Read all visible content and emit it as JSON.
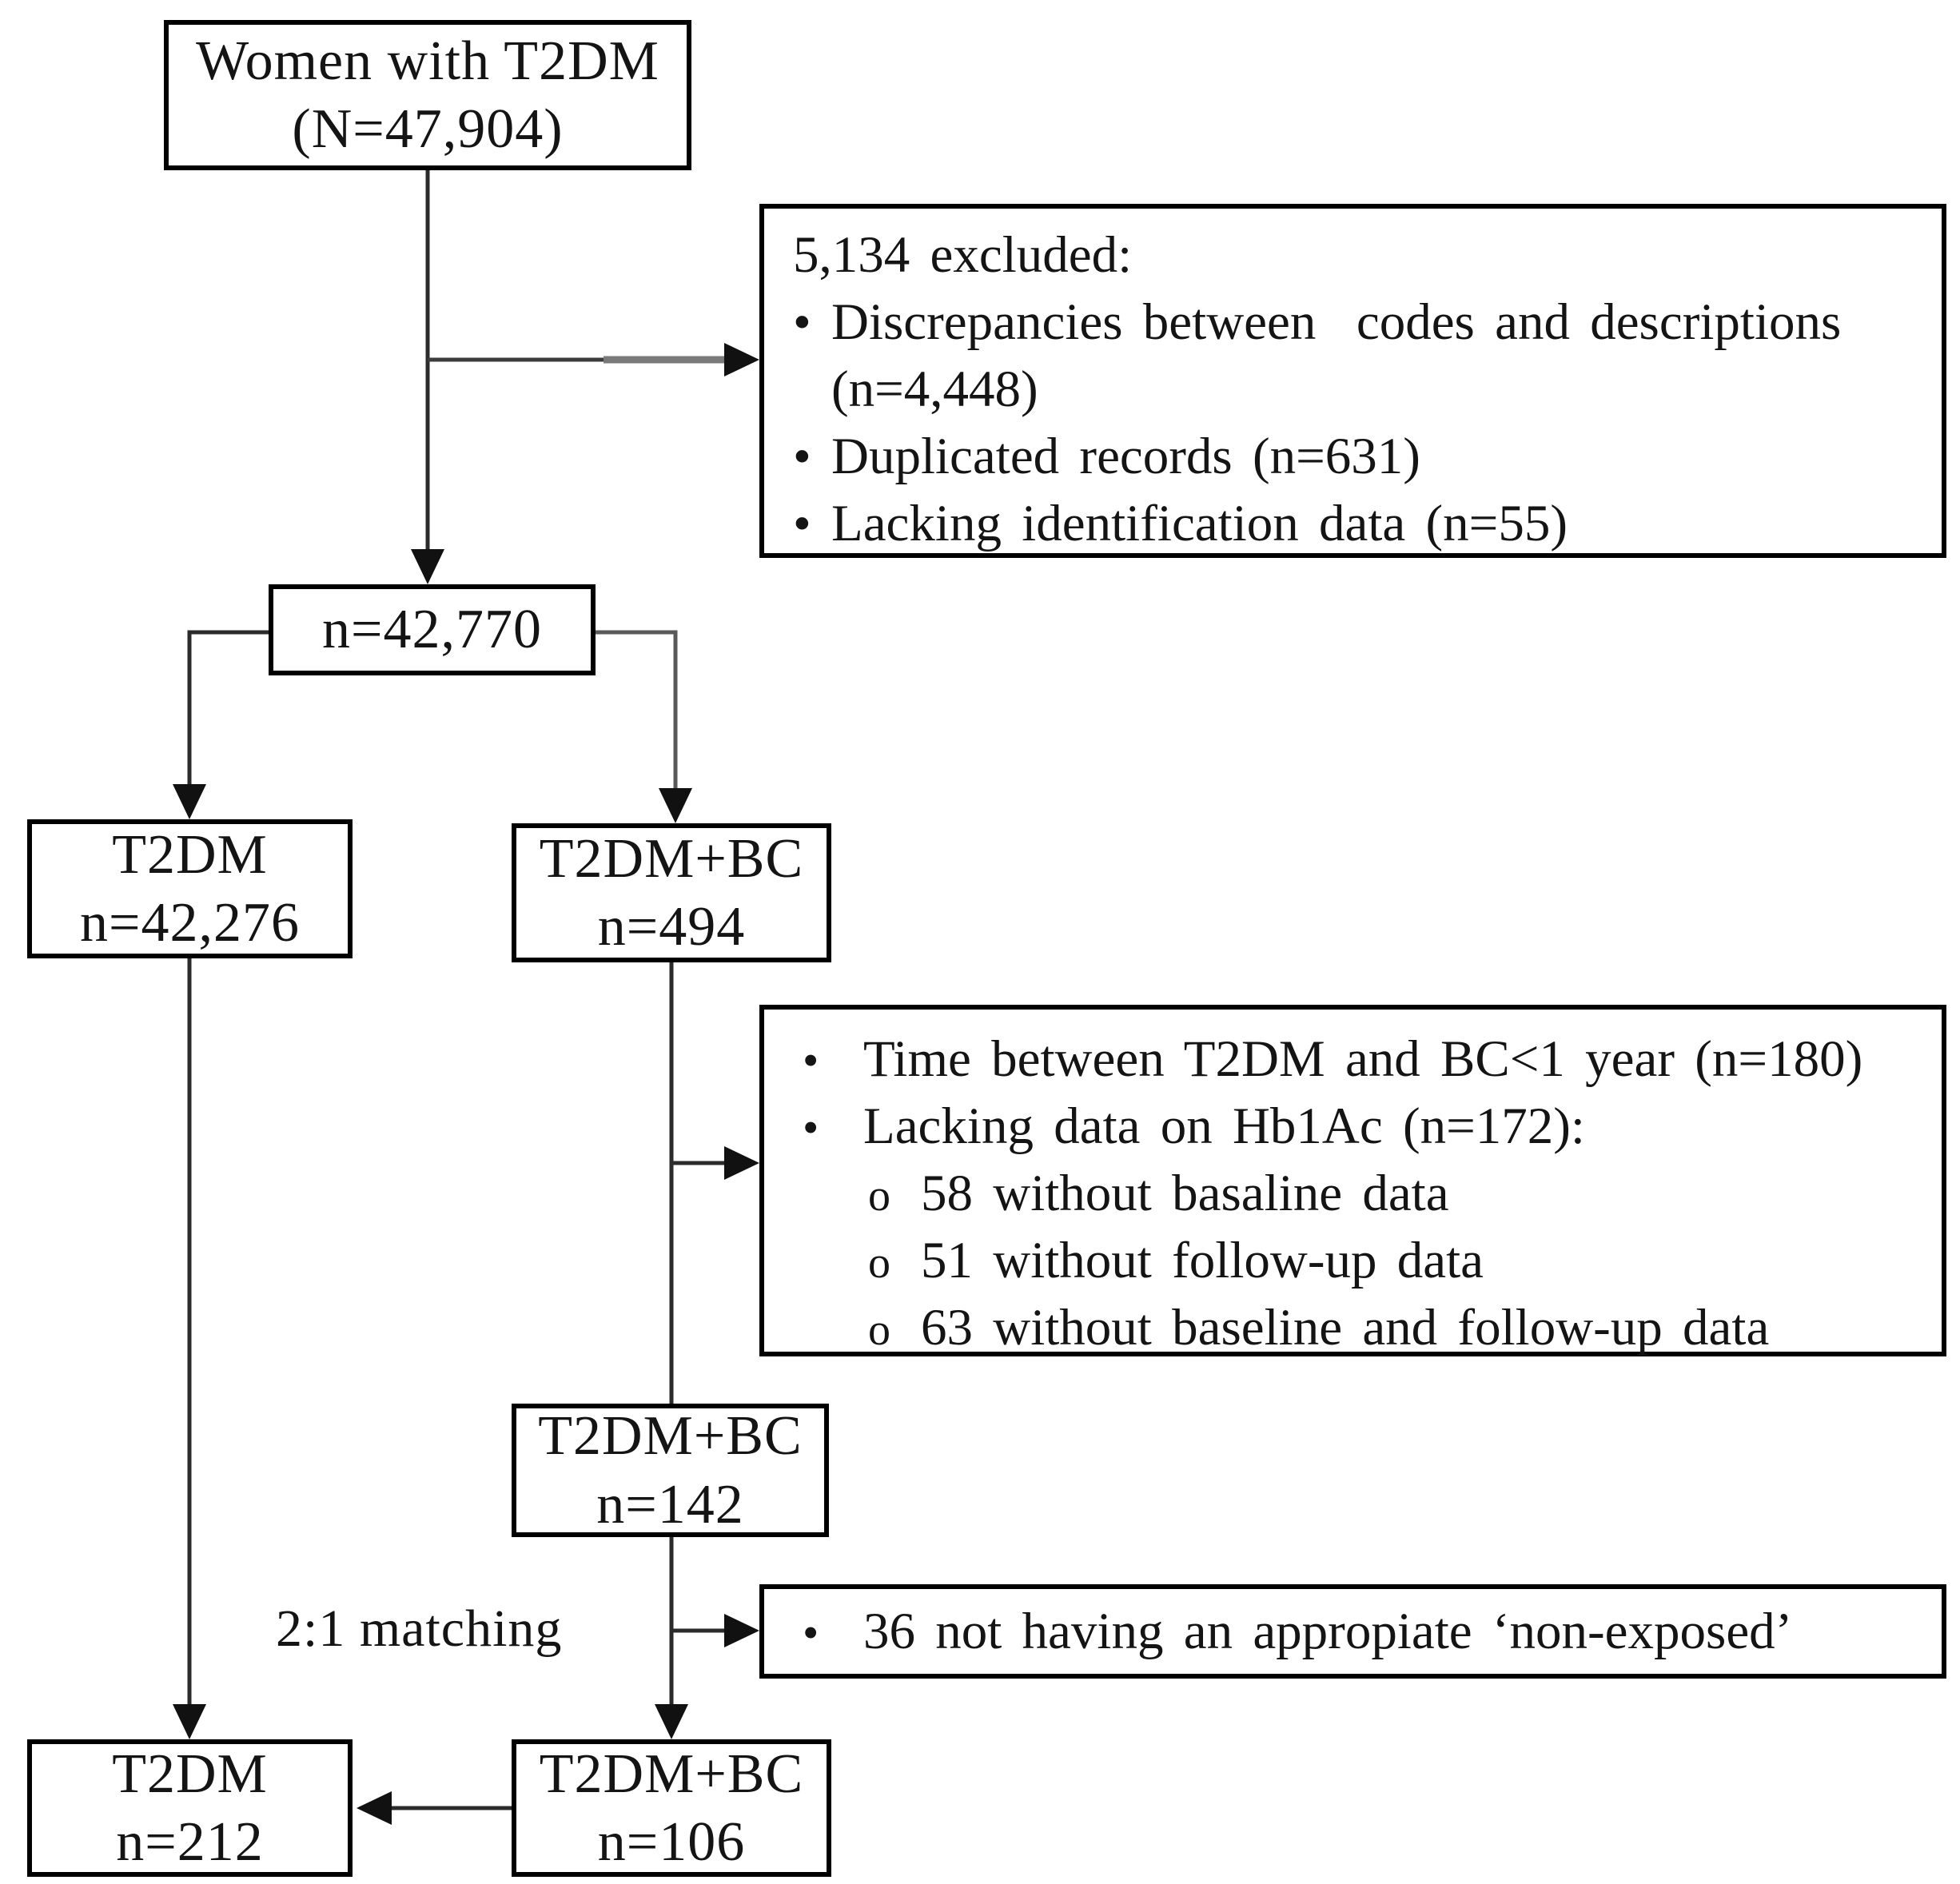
{
  "title": "Study flow diagram",
  "colors": {
    "background": "#ffffff",
    "box_border": "#000000",
    "text": "#141414",
    "line_dark": "#2b2b2b",
    "line_gray": "#6f6f6f",
    "arrowhead": "#111111"
  },
  "markers": {
    "bullet": "•",
    "sub_bullet": "o"
  },
  "boxes": {
    "women": {
      "line1": "Women with T2DM",
      "line2": "(N=47,904)"
    },
    "n42770": {
      "line1": "n=42,770"
    },
    "t2dm_cohort": {
      "line1": "T2DM",
      "line2": "n=42,276"
    },
    "t2dmbc_cohort": {
      "line1": "T2DM+BC",
      "line2": "n=494"
    },
    "t2dmbc_eligible": {
      "line1": "T2DM+BC",
      "line2": "n=142"
    },
    "t2dm_matched": {
      "line1": "T2DM",
      "line2": "n=212"
    },
    "t2dmbc_matched": {
      "line1": "T2DM+BC",
      "line2": "n=106"
    }
  },
  "exclusion_top": {
    "title": "5,134 excluded:",
    "item1_line1": "Discrepancies between  codes and descriptions",
    "item1_line2": "(n=4,448)",
    "item2": "Duplicated records (n=631)",
    "item3": "Lacking identification data (n=55)"
  },
  "exclusion_mid": {
    "item1": "Time between T2DM and BC<1 year (n=180)",
    "item2": "Lacking data on Hb1Ac (n=172):",
    "sub1": "58 without basaline data",
    "sub2": "51 without follow-up data",
    "sub3": "63 without baseline and follow-up data"
  },
  "exclusion_bottom": {
    "item1": "36 not having an appropiate ‘non-exposed’"
  },
  "labels": {
    "matching": "2:1 matching"
  }
}
